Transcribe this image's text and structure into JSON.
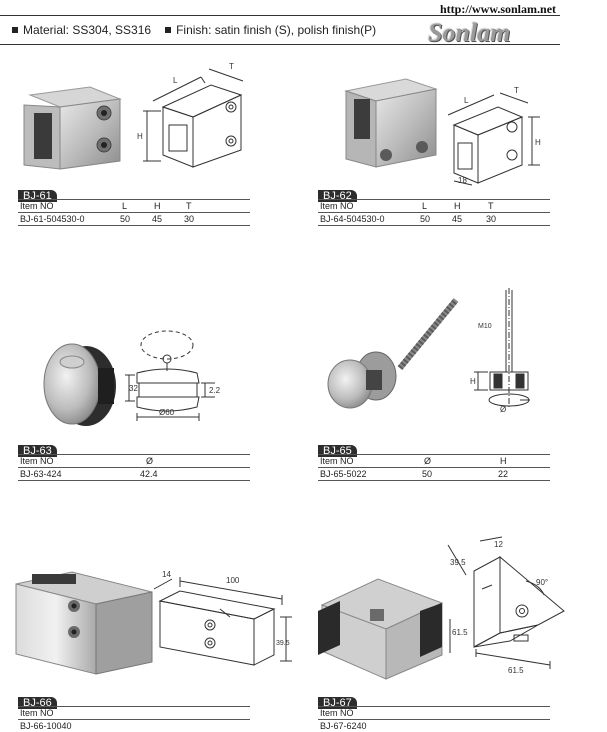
{
  "header": {
    "url": "http://www.sonlam.net",
    "material": "Material: SS304, SS316",
    "finish": "Finish: satin finish (S), polish finish(P)",
    "logo": "Sonlam"
  },
  "products": [
    {
      "code": "BJ-61",
      "columns": [
        "Item NO",
        "L",
        "H",
        "T"
      ],
      "rows": [
        [
          "BJ-61-504530-0",
          "50",
          "45",
          "30"
        ]
      ],
      "dims": [
        "L",
        "T",
        "H"
      ]
    },
    {
      "code": "BJ-62",
      "columns": [
        "Item NO",
        "L",
        "H",
        "T"
      ],
      "rows": [
        [
          "BJ-64-504530-0",
          "50",
          "45",
          "30"
        ]
      ],
      "dims": [
        "L",
        "T",
        "H",
        "18"
      ]
    },
    {
      "code": "BJ-63",
      "columns": [
        "Item NO",
        "Ø"
      ],
      "rows": [
        [
          "BJ-63-424",
          "42.4"
        ]
      ],
      "dims": [
        "32",
        "2.2",
        "Ø60"
      ]
    },
    {
      "code": "BJ-65",
      "columns": [
        "Item NO",
        "Ø",
        "H"
      ],
      "rows": [
        [
          "BJ-65-5022",
          "50",
          "22"
        ]
      ],
      "dims": [
        "M10",
        "H",
        "Ø"
      ]
    },
    {
      "code": "BJ-66",
      "columns": [
        "Item NO"
      ],
      "rows": [
        [
          "BJ-66-10040"
        ]
      ],
      "dims": [
        "14",
        "100",
        "39.5"
      ]
    },
    {
      "code": "BJ-67",
      "columns": [
        "Item NO"
      ],
      "rows": [
        [
          "BJ-67-6240"
        ]
      ],
      "dims": [
        "39.5",
        "12",
        "90°",
        "61.5",
        "61.5"
      ]
    }
  ]
}
